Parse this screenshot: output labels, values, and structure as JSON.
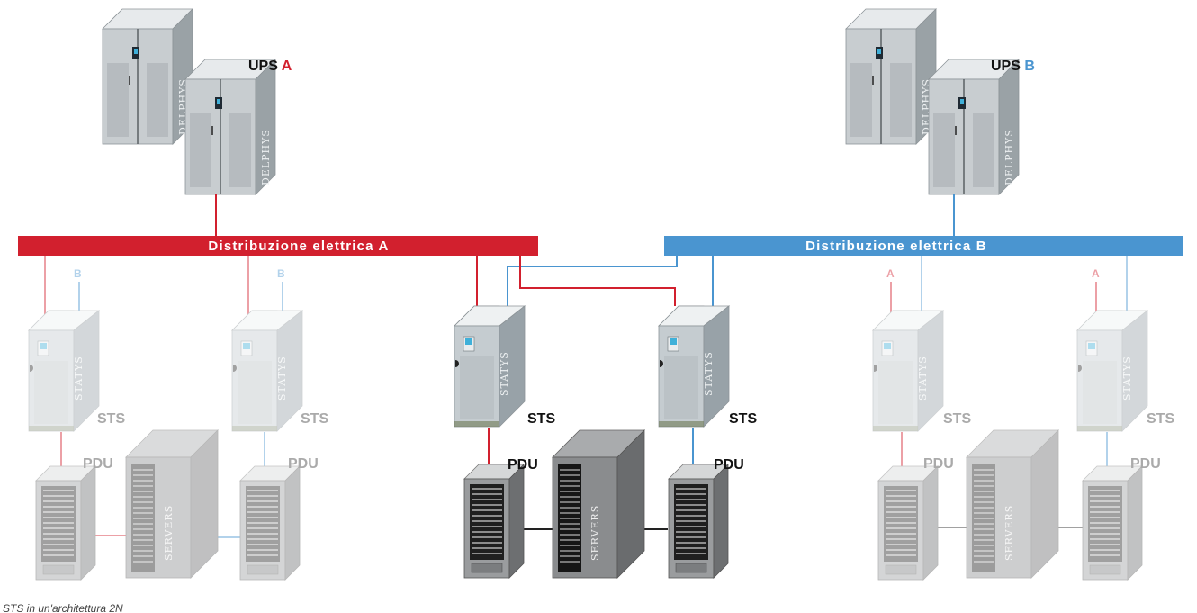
{
  "colors": {
    "bus_a": "#d2202e",
    "bus_b": "#4a95d0",
    "faded_a": "#e8967e",
    "faded_b": "#a9c6e6",
    "label_dark": "#111111",
    "label_faded": "#aaaaaa"
  },
  "ups_a": {
    "prefix": "UPS",
    "letter": "A",
    "brand": "DELPHYS"
  },
  "ups_b": {
    "prefix": "UPS",
    "letter": "B",
    "brand": "DELPHYS"
  },
  "bus_a_label": "Distribuzione elettrica A",
  "bus_b_label": "Distribuzione elettrica B",
  "sts_brand": "STATYS",
  "sts_label": "STS",
  "pdu_label": "PDU",
  "servers_label": "SERVERS",
  "feed_tag_a": "A",
  "feed_tag_b": "B",
  "caption": "STS in un'architettura 2N"
}
